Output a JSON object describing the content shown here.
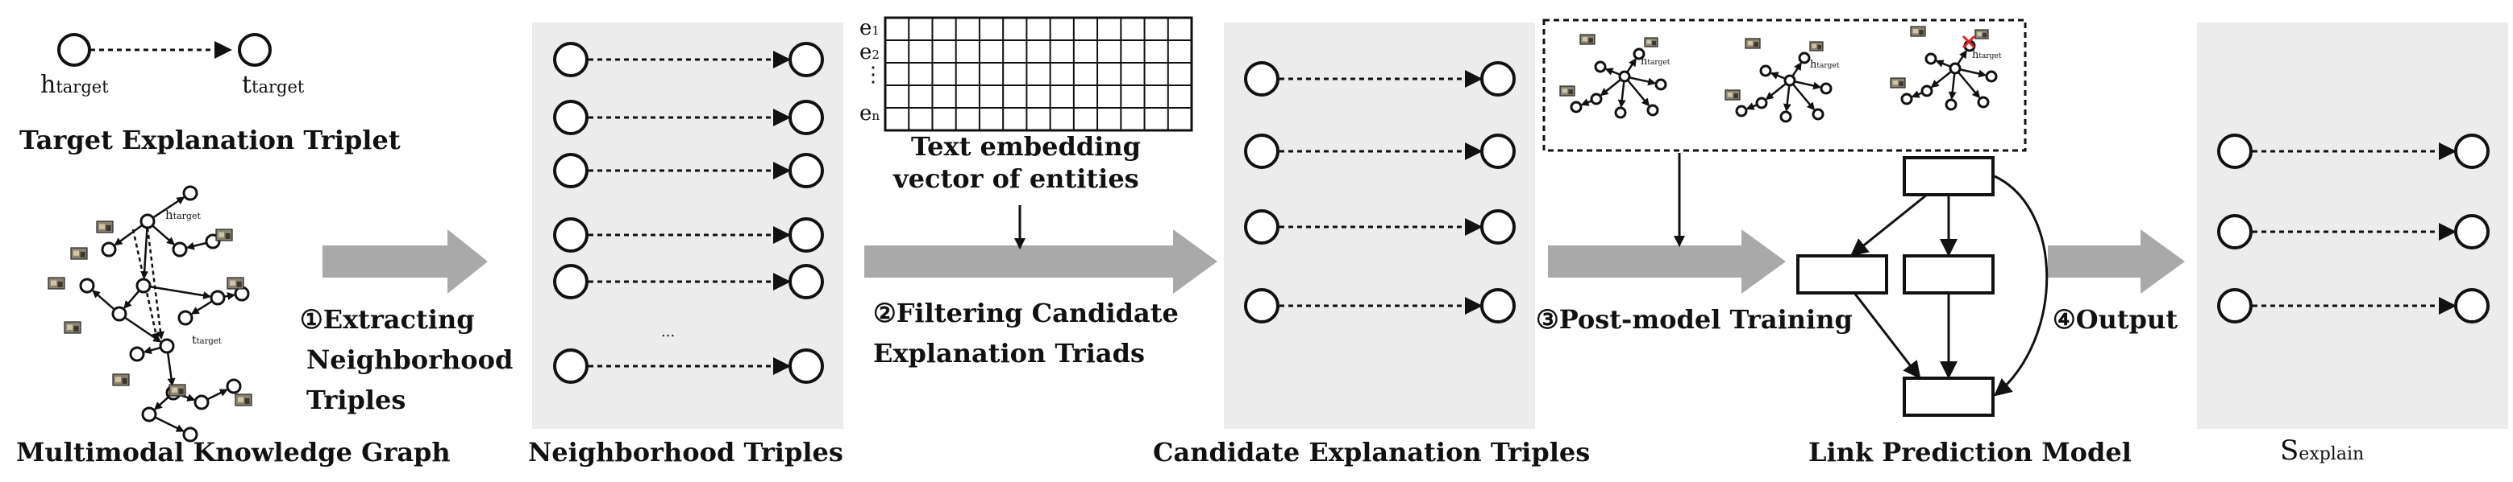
{
  "target": {
    "head": "h",
    "head_sub": "target",
    "tail": "t",
    "tail_sub": "target",
    "caption": "Target Explanation Triplet"
  },
  "mkg": {
    "caption": "Multimodal Knowledge Graph",
    "node_label": "h",
    "node_label_sub": "target",
    "tail_label": "t",
    "tail_label_sub": "target"
  },
  "steps": {
    "step1_line1": "①Extracting",
    "step1_line2": "Neighborhood",
    "step1_line3": "Triples",
    "step2_line1": "②Filtering Candidate",
    "step2_line2": "Explanation Triads",
    "step3": "③Post-model Training",
    "step4": "④Output"
  },
  "neighborhood": {
    "caption": "Neighborhood Triples",
    "ellipsis": "..."
  },
  "embedding": {
    "rows": [
      "e",
      "e",
      "e"
    ],
    "row_subs": [
      "1",
      "2",
      "n"
    ],
    "dots": "⋮",
    "caption_line1": "Text embedding",
    "caption_line2": "vector of entities"
  },
  "candidate": {
    "caption": "Candidate Explanation Triples"
  },
  "postmodel": {
    "graph_label": "h",
    "graph_label_sub": "target"
  },
  "linkpred": {
    "caption": "Link Prediction Model"
  },
  "output": {
    "caption": "S",
    "caption_sub": "explain"
  },
  "colors": {
    "panel_bg": "#ececec",
    "arrow_gray": "#a9a9a9",
    "line": "#111111",
    "cross_red": "#e02020"
  }
}
